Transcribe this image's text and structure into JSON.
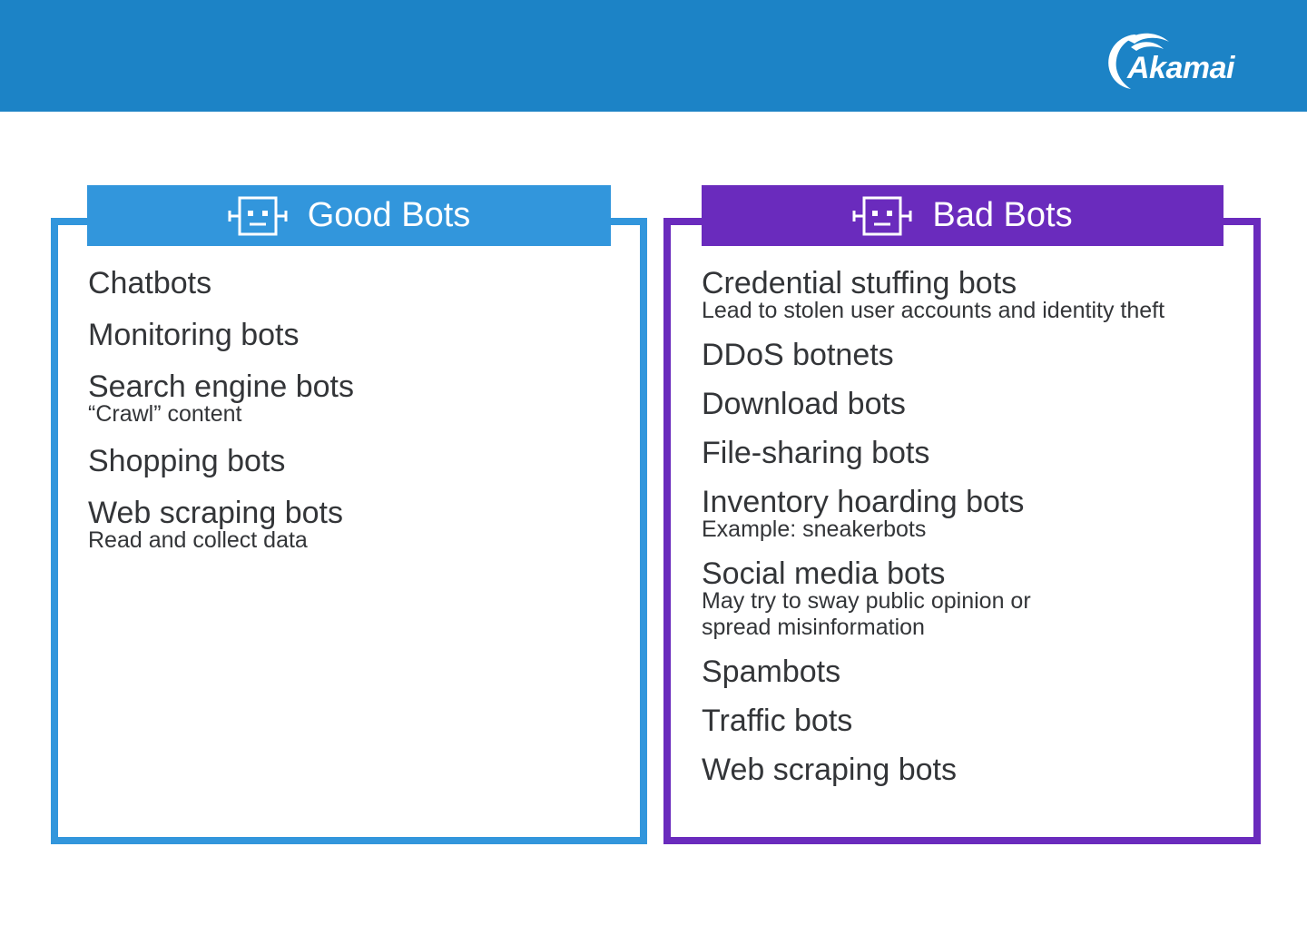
{
  "brand": {
    "logo_text": "Akamai",
    "bar_color": "#1c83c6"
  },
  "good": {
    "title": "Good Bots",
    "icon": "robot-face-icon",
    "color": "#3296dc",
    "items": [
      {
        "title": "Chatbots",
        "desc": ""
      },
      {
        "title": "Monitoring bots",
        "desc": ""
      },
      {
        "title": "Search engine bots",
        "desc": "“Crawl” content"
      },
      {
        "title": "Shopping bots",
        "desc": ""
      },
      {
        "title": "Web scraping bots",
        "desc": "Read and collect data"
      }
    ]
  },
  "bad": {
    "title": "Bad Bots",
    "icon": "robot-face-icon",
    "color": "#6a2bbd",
    "items": [
      {
        "title": "Credential stuffing bots",
        "desc": "Lead to stolen user accounts and identity theft"
      },
      {
        "title": "DDoS botnets",
        "desc": ""
      },
      {
        "title": "Download bots",
        "desc": ""
      },
      {
        "title": "File-sharing bots",
        "desc": ""
      },
      {
        "title": "Inventory hoarding bots",
        "desc": "Example: sneakerbots"
      },
      {
        "title": "Social media bots",
        "desc": "May try to sway public opinion or\nspread misinformation"
      },
      {
        "title": "Spambots",
        "desc": ""
      },
      {
        "title": "Traffic bots",
        "desc": ""
      },
      {
        "title": "Web scraping bots",
        "desc": ""
      }
    ]
  }
}
